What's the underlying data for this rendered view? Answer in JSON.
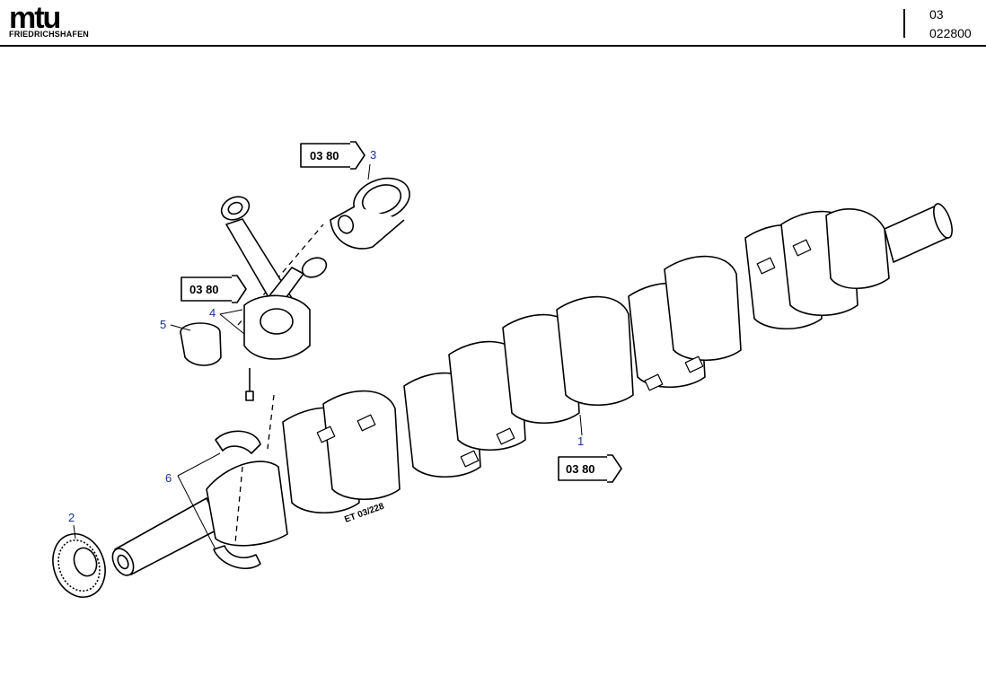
{
  "header": {
    "logo_text": "mtu",
    "logo_subtitle": "FRIEDRICHSHAFEN",
    "group_number": "03",
    "drawing_number": "022800"
  },
  "figure_code": "ET 03/228",
  "references": {
    "piston": "03 80",
    "conrod": "03 80",
    "crankshaft": "03 80"
  },
  "callouts": {
    "c1": "1",
    "c2": "2",
    "c3": "3",
    "c4": "4",
    "c5": "5",
    "c6": "6"
  },
  "colors": {
    "callout": "#1f2f8f",
    "ink": "#000000"
  }
}
